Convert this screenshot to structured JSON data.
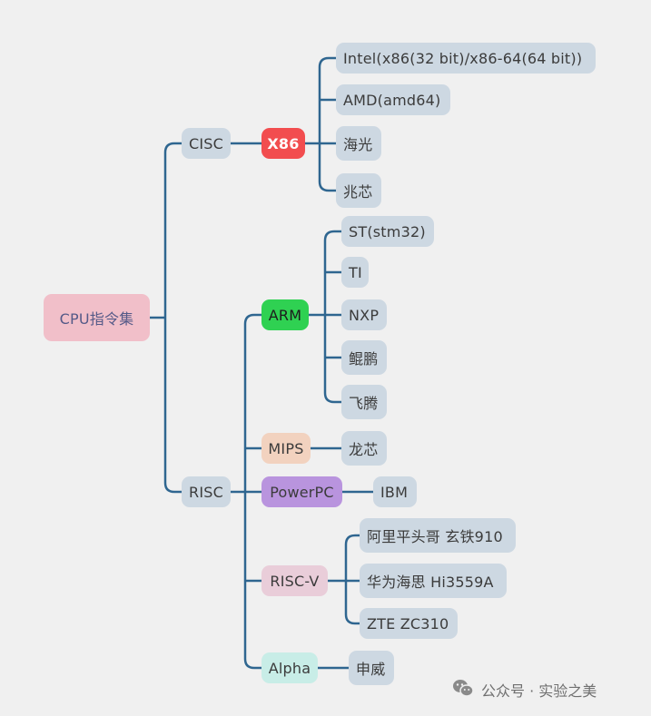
{
  "root": "CPU指令集",
  "branches": {
    "cisc": "CISC",
    "risc": "RISC"
  },
  "families": {
    "x86": {
      "label": "X86",
      "color": "#f24d4f"
    },
    "arm": {
      "label": "ARM",
      "color": "#2fd152"
    },
    "mips": {
      "label": "MIPS",
      "color": "#f2d2bf"
    },
    "powerpc": {
      "label": "PowerPC",
      "color": "#b994de"
    },
    "riscv": {
      "label": "RISC-V",
      "color": "#e9cdd9"
    },
    "alpha": {
      "label": "Alpha",
      "color": "#c8ede7"
    }
  },
  "leaves": {
    "x86": [
      "Intel(x86(32 bit)/x86-64(64 bit))",
      "AMD(amd64)",
      "海光",
      "兆芯"
    ],
    "arm": [
      "ST(stm32)",
      "TI",
      "NXP",
      "鲲鹏",
      "飞腾"
    ],
    "mips": [
      "龙芯"
    ],
    "powerpc": [
      "IBM"
    ],
    "riscv": [
      "阿里平头哥 玄铁910",
      "华为海思 Hi3559A",
      "ZTE  ZC310"
    ],
    "alpha": [
      "申威"
    ]
  },
  "watermark": {
    "icon": "wechat-icon",
    "text": "公众号 · 实验之美"
  },
  "colors": {
    "connector": "#2f6690",
    "leaf_bg": "#cdd8e2",
    "root_bg": "#f1bfc9",
    "background": "#f0f0f0"
  }
}
